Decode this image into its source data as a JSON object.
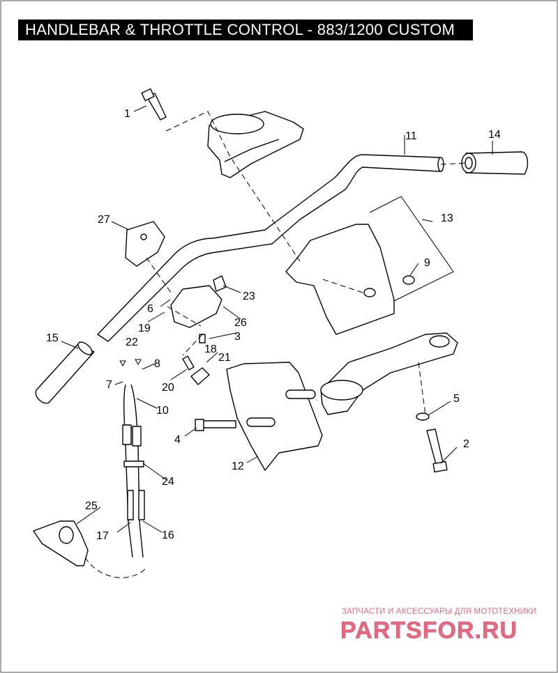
{
  "title": "HANDLEBAR & THROTTLE CONTROL - 883/1200 CUSTOM",
  "callouts": [
    "1",
    "2",
    "3",
    "4",
    "5",
    "6",
    "7",
    "8",
    "9",
    "10",
    "11",
    "12",
    "13",
    "14",
    "15",
    "16",
    "17",
    "18",
    "19",
    "20",
    "21",
    "22",
    "23",
    "24",
    "25",
    "26",
    "27"
  ],
  "watermark": {
    "caption": "ЗАПЧАСТИ И АКСЕССУАРЫ ДЛЯ МОТОТЕХНИКИ",
    "logo_text": "PARTSFOR.RU",
    "color": "#e46a82"
  },
  "colors": {
    "line": "#000000",
    "fill": "#ffffff",
    "part_fill": "#ffffff"
  }
}
